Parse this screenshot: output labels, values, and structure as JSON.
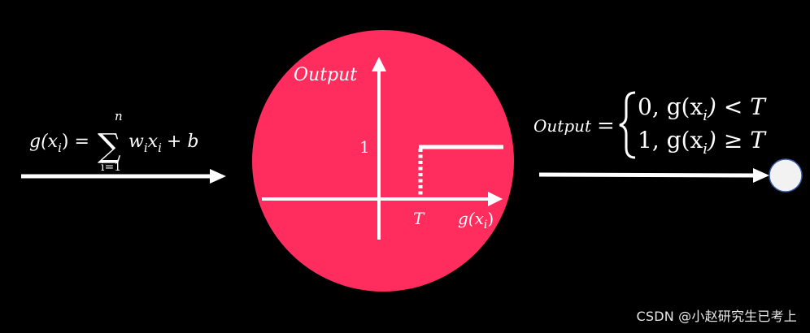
{
  "input_formula": {
    "lhs": "g(x",
    "lhs_sub": "i",
    "lhs_close": ") =",
    "sum_symbol": "∑",
    "sum_upper": "n",
    "sum_lower": "i=1",
    "term_w": "w",
    "term_w_sub": "i",
    "term_x": "x",
    "term_x_sub": "i",
    "tail": "+ b"
  },
  "graph": {
    "y_label": "Output",
    "one_label": "1",
    "threshold_label": "T",
    "x_label": "g(x",
    "x_label_sub": "i",
    "x_label_close": ")"
  },
  "output_formula": {
    "label": "Output",
    "equals": "=",
    "case1": "0, g(x",
    "case1_sub": "i",
    "case1_tail": ") < T",
    "case2": "1, g(x",
    "case2_sub": "i",
    "case2_tail": ") ≥ T"
  },
  "watermark": "CSDN @小赵研究生已考上",
  "colors": {
    "background": "#000000",
    "neuron": "#FF2D5E",
    "stroke": "#FFFFFF",
    "output_node": "#F2F2F2",
    "output_node_border": "#3A5EA8"
  }
}
